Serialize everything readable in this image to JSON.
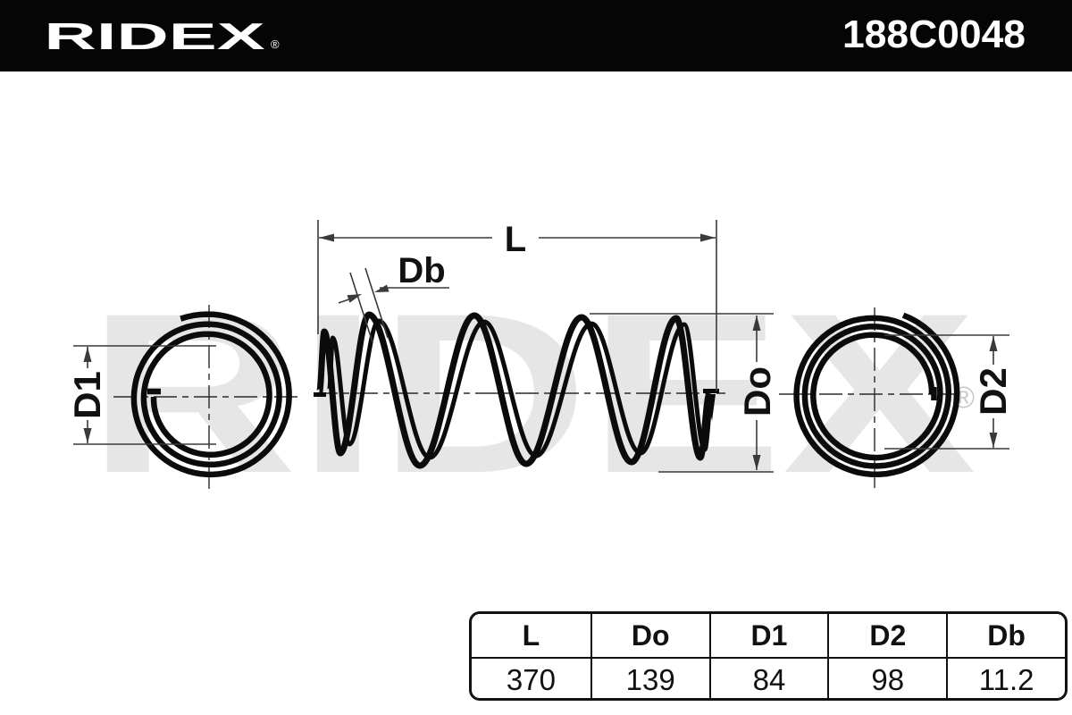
{
  "header": {
    "brand": "RIDEX",
    "registered": "®",
    "part_number": "188C0048"
  },
  "watermark": {
    "text": "RIDEX",
    "registered": "®"
  },
  "diagram": {
    "labels": {
      "length": "L",
      "wire": "Db",
      "outer": "Do",
      "d1": "D1",
      "d2": "D2"
    }
  },
  "table": {
    "columns": [
      "L",
      "Do",
      "D1",
      "D2",
      "Db"
    ],
    "values": [
      "370",
      "139",
      "84",
      "98",
      "11.2"
    ]
  },
  "colors": {
    "header_bg": "#050505",
    "line": "#0b0b0b",
    "dim_line": "#3a3a3a",
    "watermark": "#e6e6e6",
    "watermark_mark": "#c9c9c9",
    "text": "#111111"
  }
}
